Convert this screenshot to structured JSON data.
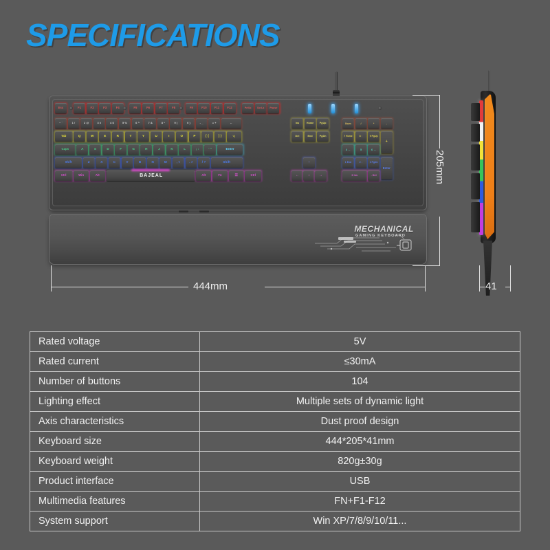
{
  "header": {
    "title": "SPECIFICATIONS",
    "title_color": "#1e9be8"
  },
  "product": {
    "brand_on_spacebar": "BAJEAL",
    "wrist_rest_logo_main": "MECHANICAL",
    "wrist_rest_logo_sub": "GAMING KEYBOARD"
  },
  "dimensions": {
    "width_label": "444mm",
    "height_label": "205mm",
    "depth_label": "41"
  },
  "keyboard": {
    "fn_row": [
      "Esc",
      "F1",
      "F2",
      "F3",
      "F4",
      "F5",
      "F6",
      "F7",
      "F8",
      "F9",
      "F10",
      "F11",
      "F12",
      "PrtSc",
      "ScrLk",
      "Pause"
    ],
    "num_row": [
      "~ `",
      "1 !",
      "2 @",
      "3 #",
      "4 $",
      "5 %",
      "6 ^",
      "7 &",
      "8 *",
      "9 (",
      "0 )",
      "- _",
      "= +",
      "←"
    ],
    "q_row": [
      "Tab",
      "Q",
      "W",
      "E",
      "R",
      "T",
      "Y",
      "U",
      "I",
      "O",
      "P",
      "[ {",
      "] }",
      "\\ |"
    ],
    "a_row": [
      "Caps",
      "A",
      "S",
      "D",
      "F",
      "G",
      "H",
      "J",
      "K",
      "L",
      "; :",
      "' \"",
      "Enter"
    ],
    "z_row": [
      "Shift",
      "Z",
      "X",
      "C",
      "V",
      "B",
      "N",
      "M",
      ", <",
      ". >",
      "/ ?",
      "Shift"
    ],
    "ctrl_row": [
      "Ctrl",
      "Win",
      "Alt",
      "BAJEAL",
      "Alt",
      "Fn",
      "☰",
      "Ctrl"
    ],
    "nav_upper": [
      "Ins",
      "Home",
      "PgUp"
    ],
    "nav_lower": [
      "Del",
      "End",
      "PgDn"
    ],
    "arrows": [
      "↑",
      "←",
      "↓",
      "→"
    ],
    "numpad_row1": [
      "Num",
      "/",
      "*",
      "-"
    ],
    "numpad_row2": [
      "7 Home",
      "8 ↑",
      "9 PgUp",
      "+"
    ],
    "numpad_row3": [
      "4 ←",
      "5",
      "6 →"
    ],
    "numpad_row4": [
      "1 End",
      "2 ↓",
      "3 PgDn",
      "Enter"
    ],
    "numpad_row5": [
      "0 Ins",
      ". Del"
    ],
    "indicator_count": 3
  },
  "specs": {
    "rows": [
      {
        "label": "Rated voltage",
        "value": "5V"
      },
      {
        "label": "Rated current",
        "value": "≤30mA"
      },
      {
        "label": "Number of buttons",
        "value": "104"
      },
      {
        "label": "Lighting effect",
        "value": "Multiple sets of dynamic light"
      },
      {
        "label": "Axis characteristics",
        "value": "Dust proof design"
      },
      {
        "label": "Keyboard size",
        "value": "444*205*41mm"
      },
      {
        "label": "Keyboard weight",
        "value": "820g±30g"
      },
      {
        "label": "Product interface",
        "value": "USB"
      },
      {
        "label": "Multimedia features",
        "value": "FN+F1-F12"
      },
      {
        "label": "System support",
        "value": "Win XP/7/8/9/10/11..."
      }
    ]
  }
}
